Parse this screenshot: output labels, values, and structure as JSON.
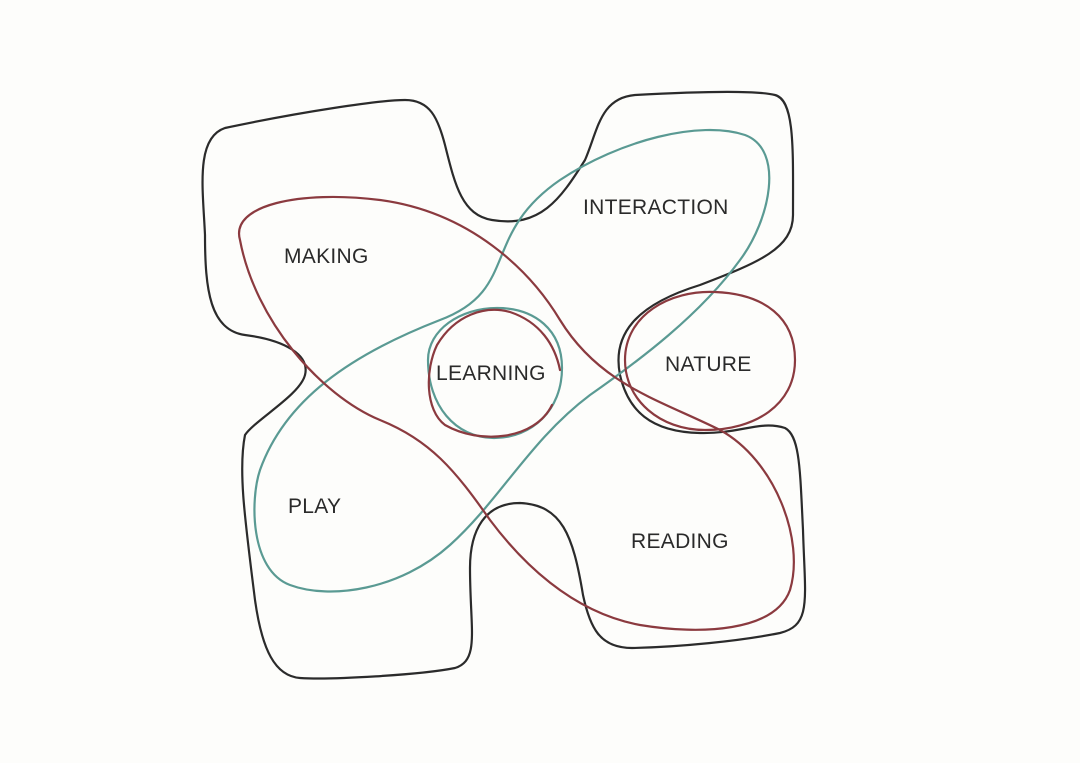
{
  "colors": {
    "background": "#fdfdfb",
    "boundary": "#2b2b2b",
    "red": "#8b3a3f",
    "teal": "#5a9a93",
    "text": "#2a2a2a"
  },
  "labels": {
    "making": "MAKING",
    "interaction": "INTERACTION",
    "learning": "LEARNING",
    "nature": "NATURE",
    "play": "PLAY",
    "reading": "READING"
  }
}
